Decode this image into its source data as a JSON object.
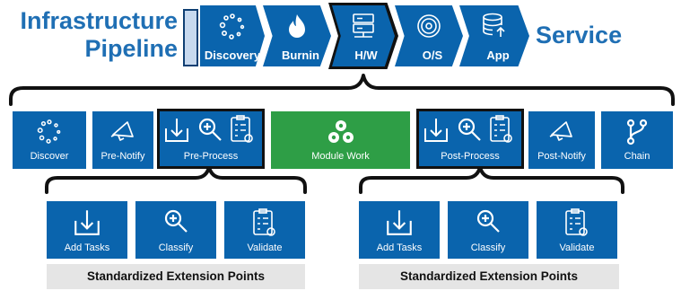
{
  "header": {
    "title_left_line1": "Infrastructure",
    "title_left_line2": "Pipeline",
    "title_right": "Service"
  },
  "pipeline_stages": [
    {
      "label": "Discovery",
      "icon": "dots-circle-icon"
    },
    {
      "label": "Burnin",
      "icon": "flame-icon"
    },
    {
      "label": "H/W",
      "icon": "server-icon",
      "selected": true
    },
    {
      "label": "O/S",
      "icon": "disc-icon"
    },
    {
      "label": "App",
      "icon": "database-upload-icon"
    }
  ],
  "workflow_steps": [
    {
      "label": "Discover",
      "icon": "dots-circle-icon"
    },
    {
      "label": "Pre-Notify",
      "icon": "megaphone-icon"
    },
    {
      "label": "Pre-Process",
      "icons": [
        "download-icon",
        "search-plus-icon",
        "checklist-icon"
      ],
      "outlined": true
    },
    {
      "label": "Module Work",
      "icon": "gears-icon",
      "color": "#2e9e46"
    },
    {
      "label": "Post-Process",
      "icons": [
        "download-icon",
        "search-plus-icon",
        "checklist-icon"
      ],
      "outlined": true
    },
    {
      "label": "Post-Notify",
      "icon": "megaphone-icon"
    },
    {
      "label": "Chain",
      "icon": "branch-icon"
    }
  ],
  "extension_groups": [
    {
      "items": [
        {
          "label": "Add Tasks",
          "icon": "download-icon"
        },
        {
          "label": "Classify",
          "icon": "search-plus-icon"
        },
        {
          "label": "Validate",
          "icon": "checklist-icon"
        }
      ],
      "caption": "Standardized Extension Points"
    },
    {
      "items": [
        {
          "label": "Add Tasks",
          "icon": "download-icon"
        },
        {
          "label": "Classify",
          "icon": "search-plus-icon"
        },
        {
          "label": "Validate",
          "icon": "checklist-icon"
        }
      ],
      "caption": "Standardized Extension Points"
    }
  ],
  "colors": {
    "primary_blue": "#0a64ad",
    "title_blue": "#1f6fb4",
    "module_green": "#2e9e46",
    "band_gray": "#e5e5e5"
  }
}
